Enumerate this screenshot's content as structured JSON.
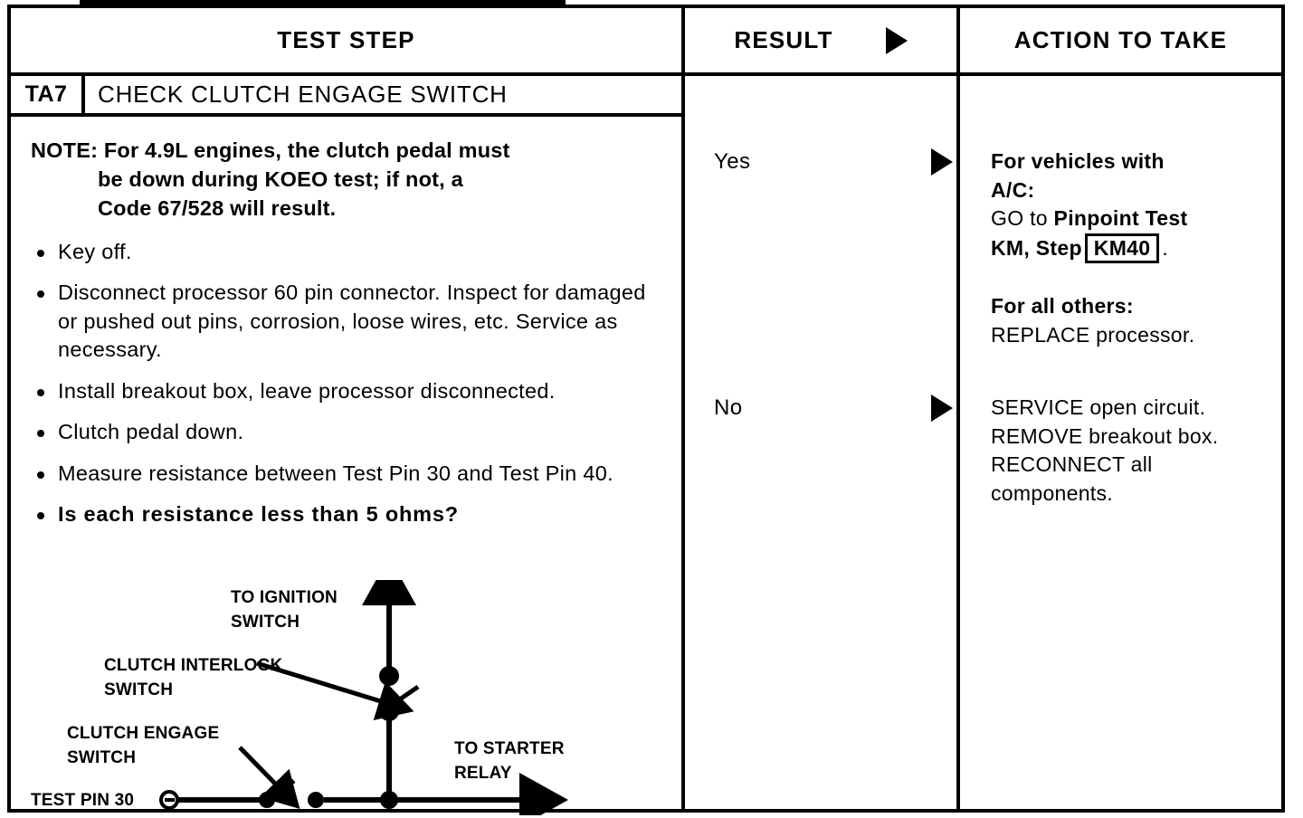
{
  "table": {
    "headers": {
      "test_step": "TEST STEP",
      "result": "RESULT",
      "action": "ACTION TO TAKE",
      "result_arrow_icon": "triangle-right-icon"
    },
    "step_code": "TA7",
    "step_title": "CHECK CLUTCH ENGAGE SWITCH"
  },
  "test_step": {
    "note": {
      "line1": "NOTE: For 4.9L engines, the clutch pedal must",
      "line2": "be down during KOEO test; if not, a",
      "line3": "Code 67/528 will result."
    },
    "bullets": [
      {
        "text": "Key off.",
        "bold": false
      },
      {
        "text": "Disconnect processor 60 pin connector. Inspect for damaged or pushed out pins, corrosion, loose wires, etc. Service as necessary.",
        "bold": false
      },
      {
        "text": "Install breakout box, leave processor disconnected.",
        "bold": false
      },
      {
        "text": "Clutch pedal down.",
        "bold": false
      },
      {
        "text": "Measure resistance between Test Pin 30 and Test Pin 40.",
        "bold": false
      },
      {
        "text": "Is each resistance less than 5 ohms?",
        "bold": true
      }
    ]
  },
  "results": {
    "yes_label": "Yes",
    "no_label": "No",
    "yes_arrow_icon": "triangle-right-icon",
    "no_arrow_icon": "triangle-right-icon"
  },
  "actions": {
    "yes": {
      "heading1": "For vehicles with",
      "heading1b": "A/C:",
      "go_to_prefix": "GO to ",
      "go_to_bold": "Pinpoint Test",
      "step_prefix": "KM, Step",
      "step_box": "KM40",
      "step_suffix": ".",
      "heading2": "For all others:",
      "body2": "REPLACE processor."
    },
    "no": {
      "line1": "SERVICE open circuit.",
      "line2": "REMOVE breakout box.",
      "line3": "RECONNECT all",
      "line4": "components."
    }
  },
  "diagram": {
    "labels": {
      "to_ignition_1": "TO IGNITION",
      "to_ignition_2": "SWITCH",
      "clutch_interlock_1": "CLUTCH INTERLOCK",
      "clutch_interlock_2": "SWITCH",
      "clutch_engage_1": "CLUTCH ENGAGE",
      "clutch_engage_2": "SWITCH",
      "test_pin": "TEST PIN 30",
      "to_starter_1": "TO STARTER",
      "to_starter_2": "RELAY"
    }
  },
  "colors": {
    "ink": "#000000",
    "paper": "#ffffff"
  }
}
